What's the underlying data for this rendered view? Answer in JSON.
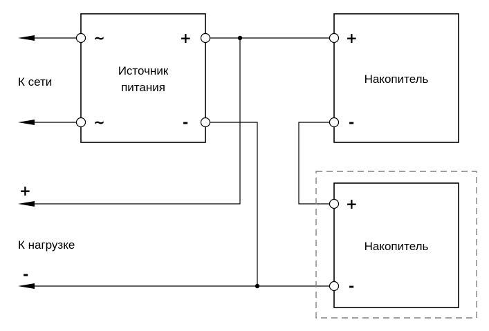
{
  "labels": {
    "mains": "К сети",
    "load": "К нагрузке",
    "load_plus": "+",
    "load_minus": "-",
    "psu_line1": "Источник",
    "psu_line2": "питания"
  },
  "psu_terminals": {
    "ac_top": "~",
    "ac_bottom": "~",
    "plus": "+",
    "minus": "-"
  },
  "storage_1": {
    "label": "Накопитель",
    "plus": "+",
    "minus": "-"
  },
  "storage_2": {
    "label": "Накопитель",
    "plus": "+",
    "minus": "-"
  }
}
